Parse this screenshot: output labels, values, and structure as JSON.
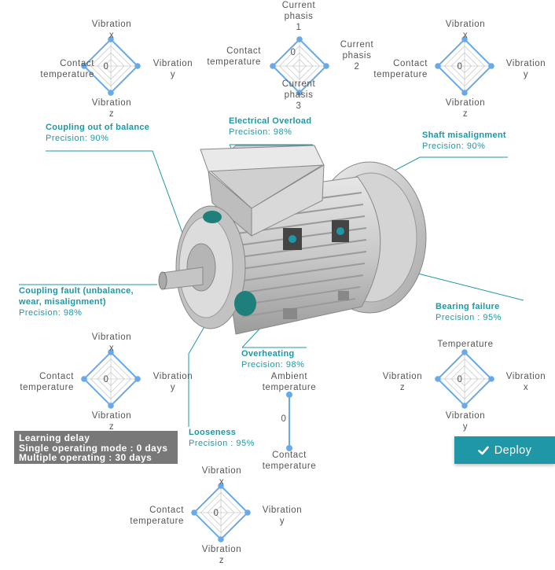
{
  "radars": [
    {
      "id": "tl",
      "axes": [
        "Vibration\nx",
        "Vibration\ny",
        "Vibration\nz",
        "Contact\ntemperature"
      ],
      "zero_label": "0",
      "values": [
        1,
        1,
        1,
        1
      ]
    },
    {
      "id": "tc",
      "axes": [
        "Current\nphasis\n1",
        "Current\nphasis\n2",
        "Current\nphasis\n3",
        "Contact\ntemperature"
      ],
      "zero_label": "0",
      "values": [
        1,
        1,
        1,
        1
      ]
    },
    {
      "id": "tr",
      "axes": [
        "Vibration\nx",
        "Vibration\ny",
        "Vibration\nz",
        "Contact\ntemperature"
      ],
      "zero_label": "0",
      "values": [
        1,
        1,
        1,
        1
      ]
    },
    {
      "id": "ml",
      "axes": [
        "Vibration\nx",
        "Vibration\ny",
        "Vibration\nz",
        "Contact\ntemperature"
      ],
      "zero_label": "0",
      "values": [
        1,
        1,
        1,
        1
      ]
    },
    {
      "id": "mr",
      "axes": [
        "Temperature",
        "Vibration\nx",
        "Vibration\ny",
        "Vibration\nz"
      ],
      "zero_label": "0",
      "values": [
        1,
        1,
        1,
        1
      ]
    },
    {
      "id": "bot",
      "axes": [
        "Vibration\nx",
        "Vibration\ny",
        "Vibration\nz",
        "Contact\ntemperature"
      ],
      "zero_label": "0",
      "values": [
        1,
        1,
        1,
        1
      ]
    }
  ],
  "axis_chart": {
    "top_label": "Ambient\ntemperature",
    "bottom_label": "Contact\ntemperature",
    "zero_label": "0"
  },
  "faults": [
    {
      "id": "coupling-balance",
      "name": "Coupling out of balance",
      "precision": "Precision: 90%"
    },
    {
      "id": "electrical-overload",
      "name": "Electrical Overload",
      "precision": "Precision: 98%"
    },
    {
      "id": "shaft-misalignment",
      "name": "Shaft misalignment",
      "precision": "Precision: 90%"
    },
    {
      "id": "coupling-fault",
      "name": "Coupling fault (unbalance,\nwear, misalignment)",
      "precision": "Precision: 98%"
    },
    {
      "id": "bearing-failure",
      "name": "Bearing failure",
      "precision": "Precision : 95%"
    },
    {
      "id": "overheating",
      "name": "Overheating",
      "precision": "Precision: 98%"
    },
    {
      "id": "looseness",
      "name": "Looseness",
      "precision": "Precision : 95%"
    }
  ],
  "learning_delay": {
    "title": "Learning delay",
    "single": "Single operating mode : 0 days",
    "multiple": "Multiple operating : 30 days"
  },
  "deploy": {
    "label": "Deploy",
    "icon": "check-icon"
  },
  "colors": {
    "accent": "#1f97a6",
    "radar_point": "#6aa9e9",
    "radar_grid": "#cccccc",
    "delay_bg": "#787878"
  }
}
